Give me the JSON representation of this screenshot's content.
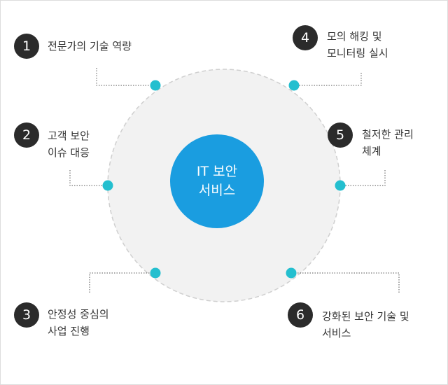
{
  "center": {
    "line1": "IT 보안",
    "line2": "서비스"
  },
  "items": [
    {
      "num": "1",
      "lines": [
        "전문가의 기술 역량"
      ]
    },
    {
      "num": "2",
      "lines": [
        "고객 보안",
        "이슈 대응"
      ]
    },
    {
      "num": "3",
      "lines": [
        "안정성 중심의",
        "사업 진행"
      ]
    },
    {
      "num": "4",
      "lines": [
        "모의 해킹 및",
        "모니터링 실시"
      ]
    },
    {
      "num": "5",
      "lines": [
        "철저한 관리",
        "체계"
      ]
    },
    {
      "num": "6",
      "lines": [
        "강화된 보안 기술 및",
        "서비스"
      ]
    }
  ],
  "colors": {
    "accent": "#1a9de0",
    "node": "#24bfcf",
    "badge": "#2b2b2b",
    "ring": "#f2f2f2"
  }
}
